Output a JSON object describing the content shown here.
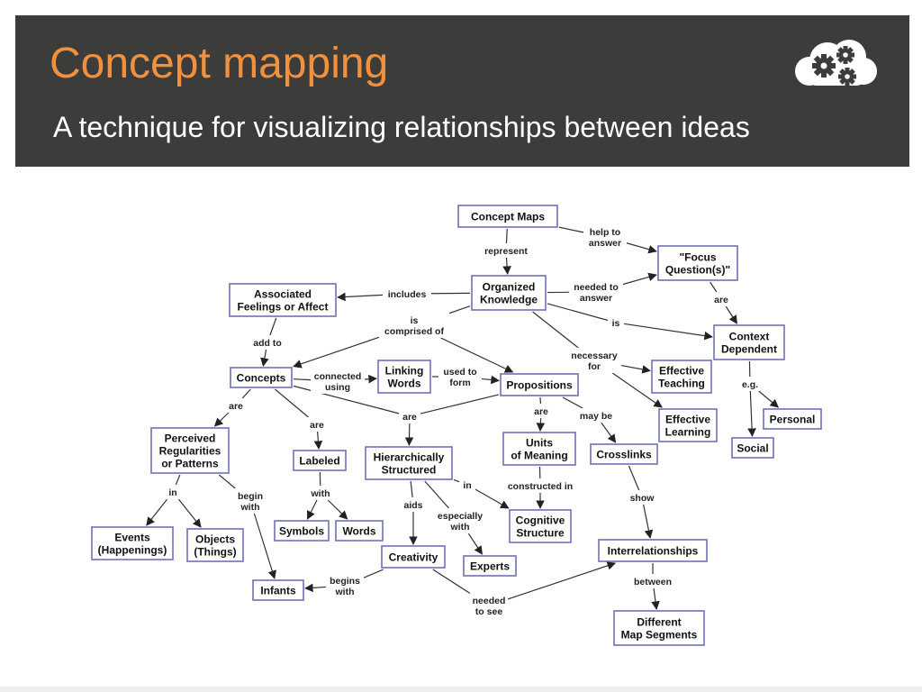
{
  "slide": {
    "title": "Concept mapping",
    "subtitle": "A technique for visualizing relationships between ideas",
    "logo_icon": "gears-cloud-icon"
  },
  "colors": {
    "header_bg": "#3c3c3b",
    "title": "#f2913d",
    "subtitle": "#ffffff",
    "node_border": "#6f6fb7"
  },
  "concept_map": {
    "nodes": [
      {
        "id": "concept_maps",
        "lines": [
          "Concept Maps"
        ]
      },
      {
        "id": "focus_question",
        "lines": [
          "\"Focus",
          "Question(s)\""
        ]
      },
      {
        "id": "organized_knowledge",
        "lines": [
          "Organized",
          "Knowledge"
        ]
      },
      {
        "id": "associated_feelings",
        "lines": [
          "Associated",
          "Feelings or Affect"
        ]
      },
      {
        "id": "context_dependent",
        "lines": [
          "Context",
          "Dependent"
        ]
      },
      {
        "id": "concepts",
        "lines": [
          "Concepts"
        ]
      },
      {
        "id": "linking_words",
        "lines": [
          "Linking",
          "Words"
        ]
      },
      {
        "id": "propositions",
        "lines": [
          "Propositions"
        ]
      },
      {
        "id": "effective_teaching",
        "lines": [
          "Effective",
          "Teaching"
        ]
      },
      {
        "id": "effective_learning",
        "lines": [
          "Effective",
          "Learning"
        ]
      },
      {
        "id": "personal",
        "lines": [
          "Personal"
        ]
      },
      {
        "id": "social",
        "lines": [
          "Social"
        ]
      },
      {
        "id": "perceived_regularities",
        "lines": [
          "Perceived",
          "Regularities",
          "or Patterns"
        ]
      },
      {
        "id": "labeled",
        "lines": [
          "Labeled"
        ]
      },
      {
        "id": "hierarchically_structured",
        "lines": [
          "Hierarchically",
          "Structured"
        ]
      },
      {
        "id": "units_of_meaning",
        "lines": [
          "Units",
          "of Meaning"
        ]
      },
      {
        "id": "crosslinks",
        "lines": [
          "Crosslinks"
        ]
      },
      {
        "id": "events",
        "lines": [
          "Events",
          "(Happenings)"
        ]
      },
      {
        "id": "objects",
        "lines": [
          "Objects",
          "(Things)"
        ]
      },
      {
        "id": "symbols",
        "lines": [
          "Symbols"
        ]
      },
      {
        "id": "words",
        "lines": [
          "Words"
        ]
      },
      {
        "id": "cognitive_structure",
        "lines": [
          "Cognitive",
          "Structure"
        ]
      },
      {
        "id": "creativity",
        "lines": [
          "Creativity"
        ]
      },
      {
        "id": "experts",
        "lines": [
          "Experts"
        ]
      },
      {
        "id": "interrelationships",
        "lines": [
          "Interrelationships"
        ]
      },
      {
        "id": "infants",
        "lines": [
          "Infants"
        ]
      },
      {
        "id": "different_map_segments",
        "lines": [
          "Different",
          "Map Segments"
        ]
      }
    ],
    "links": [
      {
        "id": "help_to_answer",
        "lines": [
          "help to",
          "answer"
        ]
      },
      {
        "id": "represent",
        "lines": [
          "represent"
        ]
      },
      {
        "id": "needed_to_answer",
        "lines": [
          "needed to",
          "answer"
        ]
      },
      {
        "id": "includes",
        "lines": [
          "includes"
        ]
      },
      {
        "id": "is_comprised_of",
        "lines": [
          "is",
          "comprised of"
        ]
      },
      {
        "id": "is_ctx",
        "lines": [
          "is"
        ]
      },
      {
        "id": "are_ctx",
        "lines": [
          "are"
        ]
      },
      {
        "id": "add_to",
        "lines": [
          "add to"
        ]
      },
      {
        "id": "necessary_for",
        "lines": [
          "necessary",
          "for"
        ]
      },
      {
        "id": "connected_using",
        "lines": [
          "connected",
          "using"
        ]
      },
      {
        "id": "used_to_form",
        "lines": [
          "used to",
          "form"
        ]
      },
      {
        "id": "eg",
        "lines": [
          "e.g."
        ]
      },
      {
        "id": "are_perceived",
        "lines": [
          "are"
        ]
      },
      {
        "id": "are_labeled",
        "lines": [
          "are"
        ]
      },
      {
        "id": "are_hier",
        "lines": [
          "are"
        ]
      },
      {
        "id": "are_units",
        "lines": [
          "are"
        ]
      },
      {
        "id": "may_be",
        "lines": [
          "may be"
        ]
      },
      {
        "id": "in_events",
        "lines": [
          "in"
        ]
      },
      {
        "id": "begin_with",
        "lines": [
          "begin",
          "with"
        ]
      },
      {
        "id": "with_symbols",
        "lines": [
          "with"
        ]
      },
      {
        "id": "in_cognitive",
        "lines": [
          "in"
        ]
      },
      {
        "id": "constructed_in",
        "lines": [
          "constructed in"
        ]
      },
      {
        "id": "aids",
        "lines": [
          "aids"
        ]
      },
      {
        "id": "especially_with",
        "lines": [
          "especially",
          "with"
        ]
      },
      {
        "id": "show",
        "lines": [
          "show"
        ]
      },
      {
        "id": "begins_with",
        "lines": [
          "begins",
          "with"
        ]
      },
      {
        "id": "needed_to_see",
        "lines": [
          "needed",
          "to see"
        ]
      },
      {
        "id": "between",
        "lines": [
          "between"
        ]
      }
    ],
    "edges": [
      {
        "from": "concept_maps",
        "to": "help_to_answer"
      },
      {
        "from": "help_to_answer",
        "to": "focus_question",
        "arrow": true
      },
      {
        "from": "concept_maps",
        "to": "represent"
      },
      {
        "from": "represent",
        "to": "organized_knowledge",
        "arrow": true
      },
      {
        "from": "organized_knowledge",
        "to": "needed_to_answer"
      },
      {
        "from": "needed_to_answer",
        "to": "focus_question",
        "arrow": true
      },
      {
        "from": "organized_knowledge",
        "to": "includes"
      },
      {
        "from": "includes",
        "to": "associated_feelings",
        "arrow": true
      },
      {
        "from": "organized_knowledge",
        "to": "is_comprised_of"
      },
      {
        "from": "is_comprised_of",
        "to": "concepts",
        "arrow": true
      },
      {
        "from": "is_comprised_of",
        "to": "propositions",
        "arrow": true
      },
      {
        "from": "organized_knowledge",
        "to": "is_ctx"
      },
      {
        "from": "is_ctx",
        "to": "context_dependent",
        "arrow": true
      },
      {
        "from": "focus_question",
        "to": "are_ctx"
      },
      {
        "from": "are_ctx",
        "to": "context_dependent",
        "arrow": true
      },
      {
        "from": "associated_feelings",
        "to": "add_to"
      },
      {
        "from": "add_to",
        "to": "concepts",
        "arrow": true
      },
      {
        "from": "organized_knowledge",
        "to": "necessary_for"
      },
      {
        "from": "necessary_for",
        "to": "effective_teaching",
        "arrow": true
      },
      {
        "from": "necessary_for",
        "to": "effective_learning",
        "arrow": true
      },
      {
        "from": "concepts",
        "to": "connected_using"
      },
      {
        "from": "connected_using",
        "to": "linking_words",
        "arrow": true
      },
      {
        "from": "linking_words",
        "to": "used_to_form"
      },
      {
        "from": "used_to_form",
        "to": "propositions",
        "arrow": true
      },
      {
        "from": "context_dependent",
        "to": "eg"
      },
      {
        "from": "eg",
        "to": "personal",
        "arrow": true
      },
      {
        "from": "eg",
        "to": "social",
        "arrow": true
      },
      {
        "from": "concepts",
        "to": "are_perceived"
      },
      {
        "from": "are_perceived",
        "to": "perceived_regularities",
        "arrow": true
      },
      {
        "from": "concepts",
        "to": "are_labeled"
      },
      {
        "from": "are_labeled",
        "to": "labeled",
        "arrow": true
      },
      {
        "from": "concepts",
        "to": "are_hier"
      },
      {
        "from": "propositions",
        "to": "are_hier"
      },
      {
        "from": "are_hier",
        "to": "hierarchically_structured",
        "arrow": true
      },
      {
        "from": "propositions",
        "to": "are_units"
      },
      {
        "from": "are_units",
        "to": "units_of_meaning",
        "arrow": true
      },
      {
        "from": "propositions",
        "to": "may_be"
      },
      {
        "from": "may_be",
        "to": "crosslinks",
        "arrow": true
      },
      {
        "from": "perceived_regularities",
        "to": "in_events"
      },
      {
        "from": "in_events",
        "to": "events",
        "arrow": true
      },
      {
        "from": "in_events",
        "to": "objects",
        "arrow": true
      },
      {
        "from": "perceived_regularities",
        "to": "begin_with"
      },
      {
        "from": "begin_with",
        "to": "infants",
        "arrow": true
      },
      {
        "from": "labeled",
        "to": "with_symbols"
      },
      {
        "from": "with_symbols",
        "to": "symbols",
        "arrow": true
      },
      {
        "from": "with_symbols",
        "to": "words",
        "arrow": true
      },
      {
        "from": "hierarchically_structured",
        "to": "in_cognitive"
      },
      {
        "from": "in_cognitive",
        "to": "cognitive_structure",
        "arrow": true
      },
      {
        "from": "units_of_meaning",
        "to": "constructed_in"
      },
      {
        "from": "constructed_in",
        "to": "cognitive_structure",
        "arrow": true
      },
      {
        "from": "hierarchically_structured",
        "to": "aids"
      },
      {
        "from": "aids",
        "to": "creativity",
        "arrow": true
      },
      {
        "from": "hierarchically_structured",
        "to": "especially_with"
      },
      {
        "from": "especially_with",
        "to": "experts",
        "arrow": true
      },
      {
        "from": "crosslinks",
        "to": "show"
      },
      {
        "from": "show",
        "to": "interrelationships",
        "arrow": true
      },
      {
        "from": "creativity",
        "to": "begins_with"
      },
      {
        "from": "begins_with",
        "to": "infants",
        "arrow": true
      },
      {
        "from": "creativity",
        "to": "needed_to_see"
      },
      {
        "from": "needed_to_see",
        "to": "interrelationships",
        "arrow": true
      },
      {
        "from": "interrelationships",
        "to": "between"
      },
      {
        "from": "between",
        "to": "different_map_segments",
        "arrow": true
      }
    ]
  }
}
